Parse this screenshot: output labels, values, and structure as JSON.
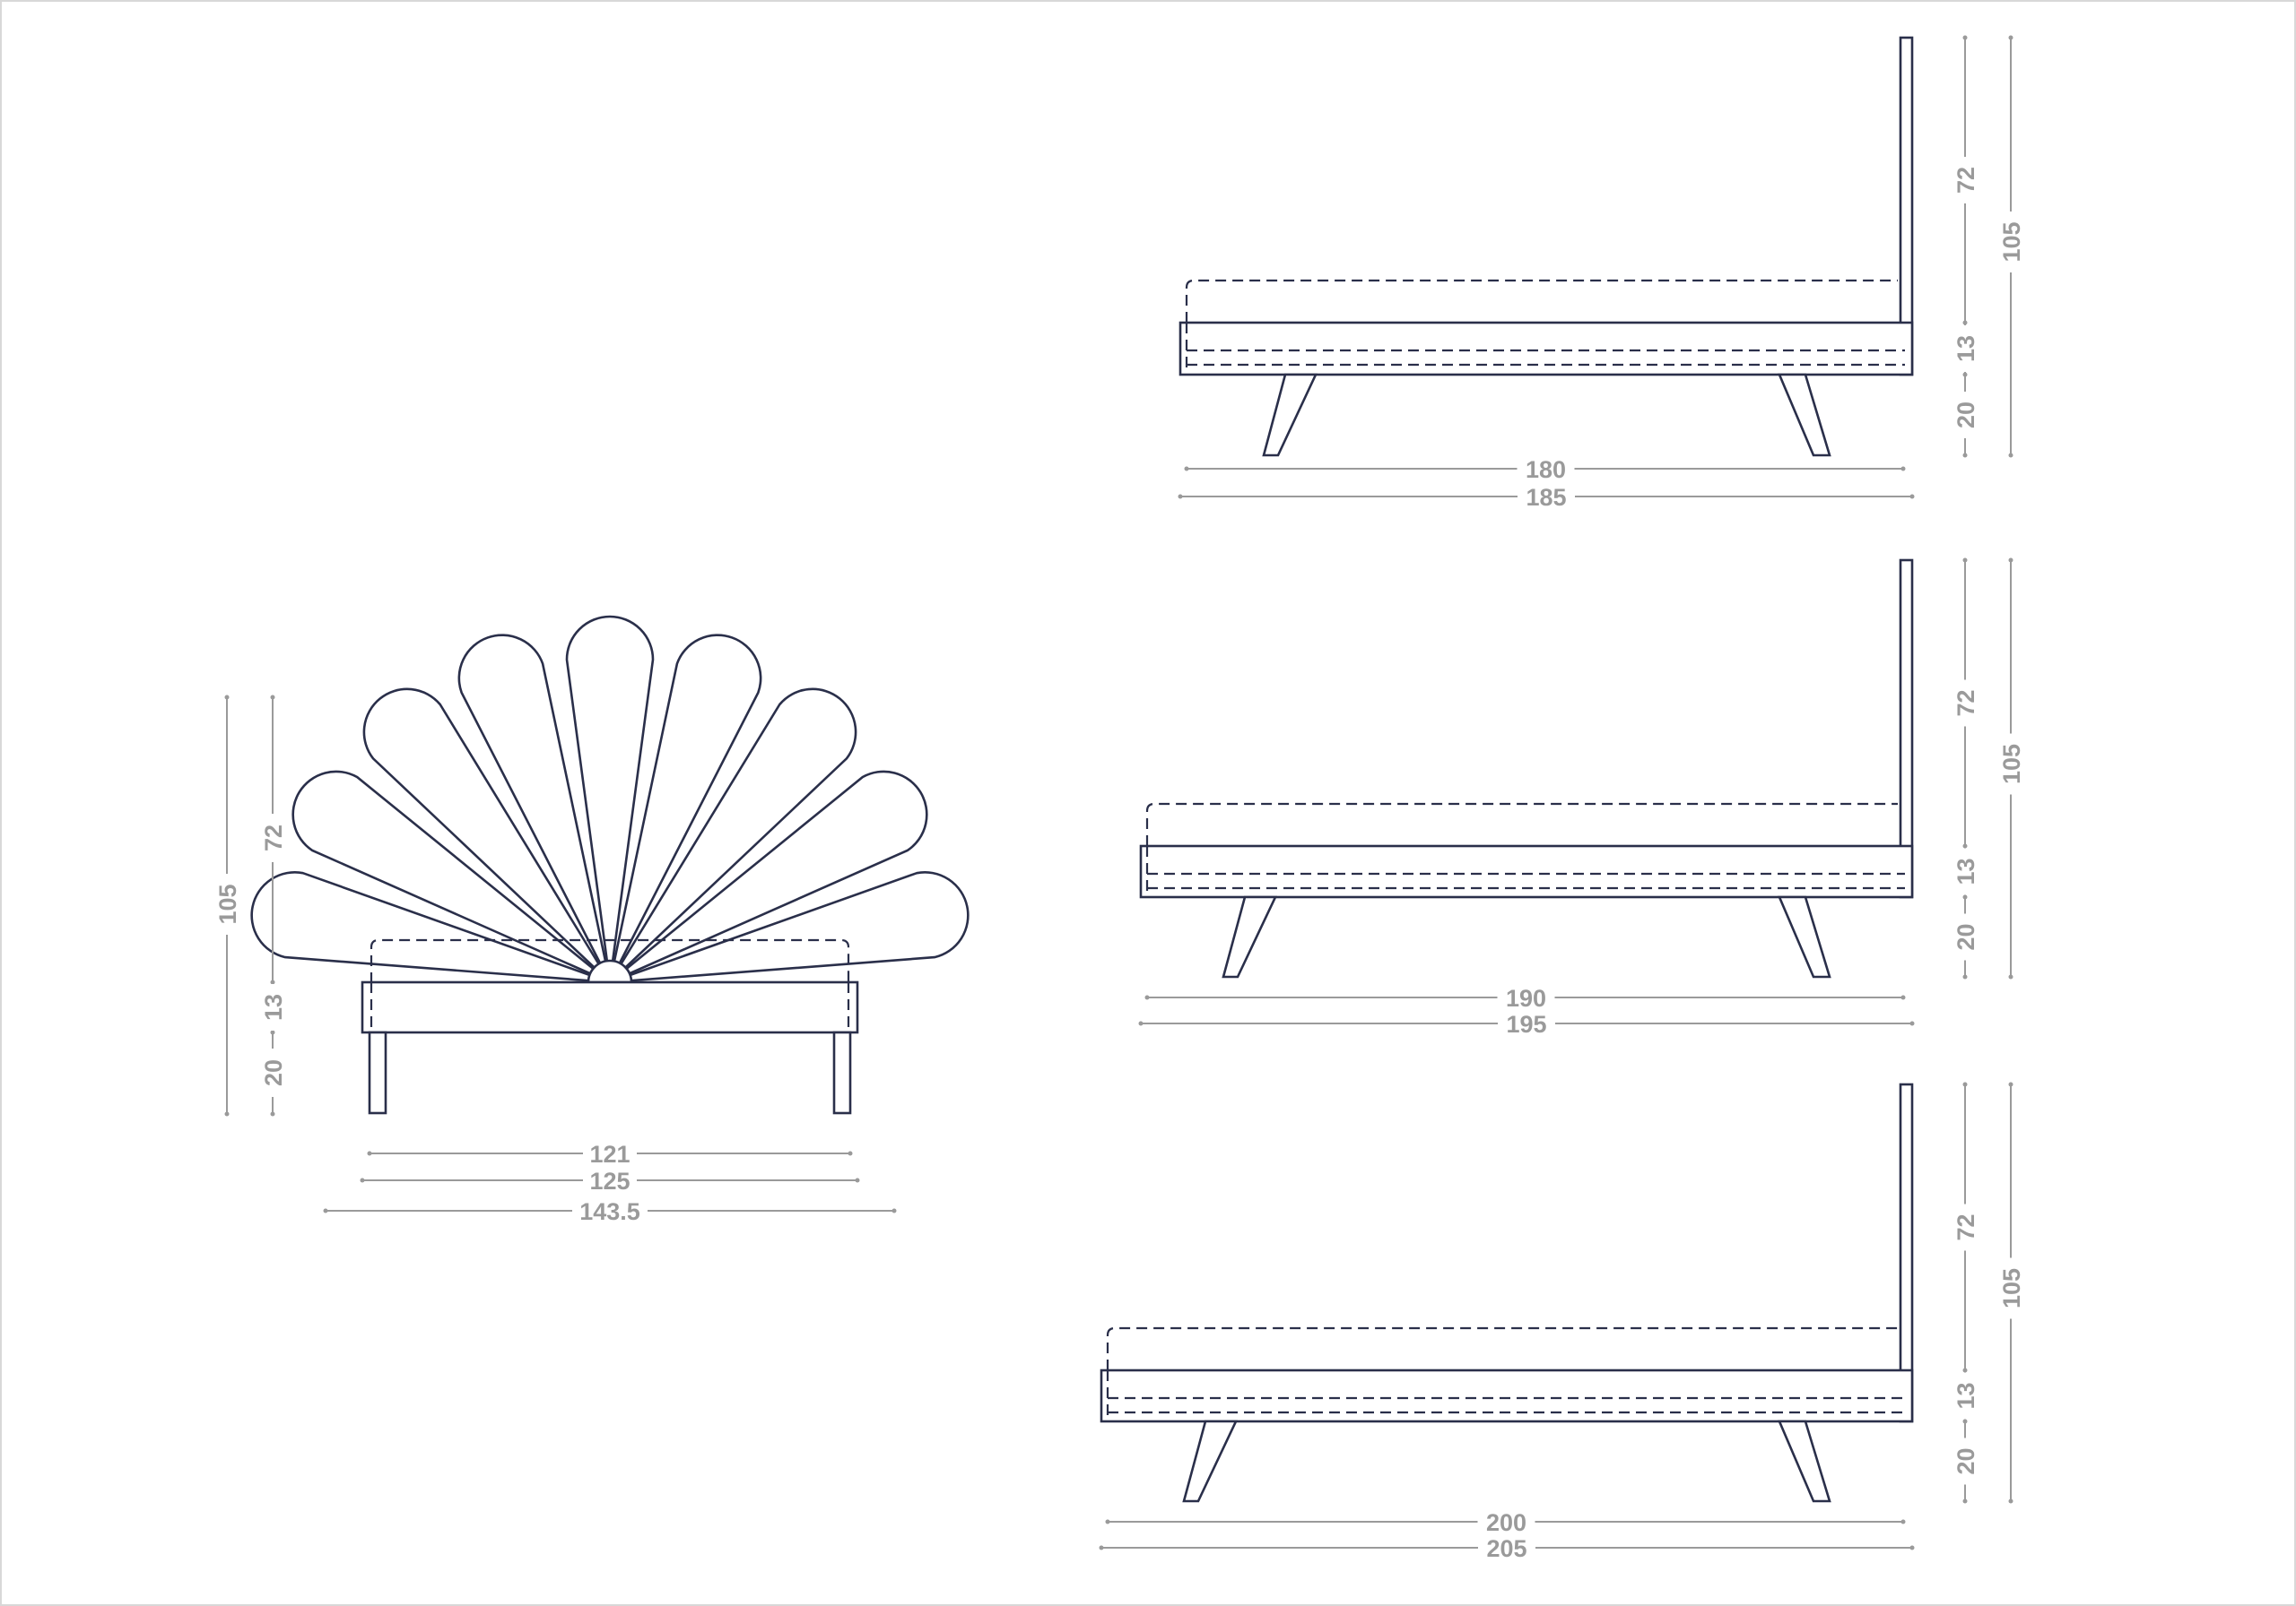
{
  "front_view": {
    "height_total": "105",
    "height_headboard": "72",
    "height_frame": "13",
    "height_legs": "20",
    "width_inner": "121",
    "width_frame": "125",
    "width_headboard": "143.5"
  },
  "side_views": [
    {
      "length_inner": "180",
      "length_outer": "185",
      "height_headboard": "72",
      "height_frame": "13",
      "height_legs": "20",
      "height_total": "105"
    },
    {
      "length_inner": "190",
      "length_outer": "195",
      "height_headboard": "72",
      "height_frame": "13",
      "height_legs": "20",
      "height_total": "105"
    },
    {
      "length_inner": "200",
      "length_outer": "205",
      "height_headboard": "72",
      "height_frame": "13",
      "height_legs": "20",
      "height_total": "105"
    }
  ],
  "colors": {
    "line": "#2a2f4a",
    "dimension": "#9a9a9a",
    "background": "#ffffff"
  }
}
